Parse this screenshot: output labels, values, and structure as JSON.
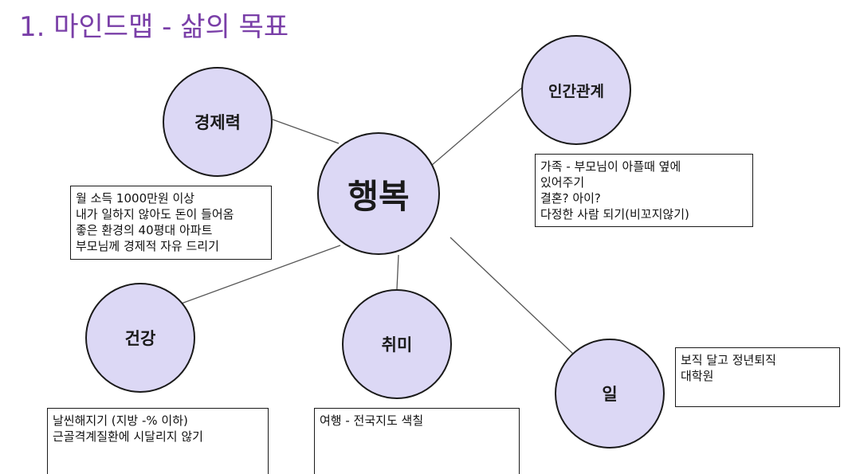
{
  "title": "1. 마인드맵 - 삶의 목표",
  "colors": {
    "title": "#7a3fa8",
    "node_fill": "#dcd8f5",
    "node_border": "#1a1a1a",
    "connector": "#555555"
  },
  "center": {
    "label": "행복"
  },
  "branches": {
    "economy": {
      "label": "경제력",
      "notes": [
        "월 소득 1000만원 이상",
        "내가 일하지 않아도 돈이 들어옴",
        "좋은 환경의 40평대 아파트",
        "부모님께 경제적 자유 드리기"
      ]
    },
    "relations": {
      "label": "인간관계",
      "notes": [
        "가족 - 부모님이 아플때 옆에",
        "있어주기",
        "결혼? 아이?",
        "다정한 사람 되기(비꼬지않기)"
      ]
    },
    "health": {
      "label": "건강",
      "notes": [
        "날씬해지기 (지방 -% 이하)",
        "근골격계질환에 시달리지 않기"
      ]
    },
    "hobby": {
      "label": "취미",
      "notes": [
        "여행 - 전국지도 색칠"
      ]
    },
    "work": {
      "label": "일",
      "notes": [
        "보직 달고 정년퇴직",
        "대학원"
      ]
    }
  }
}
